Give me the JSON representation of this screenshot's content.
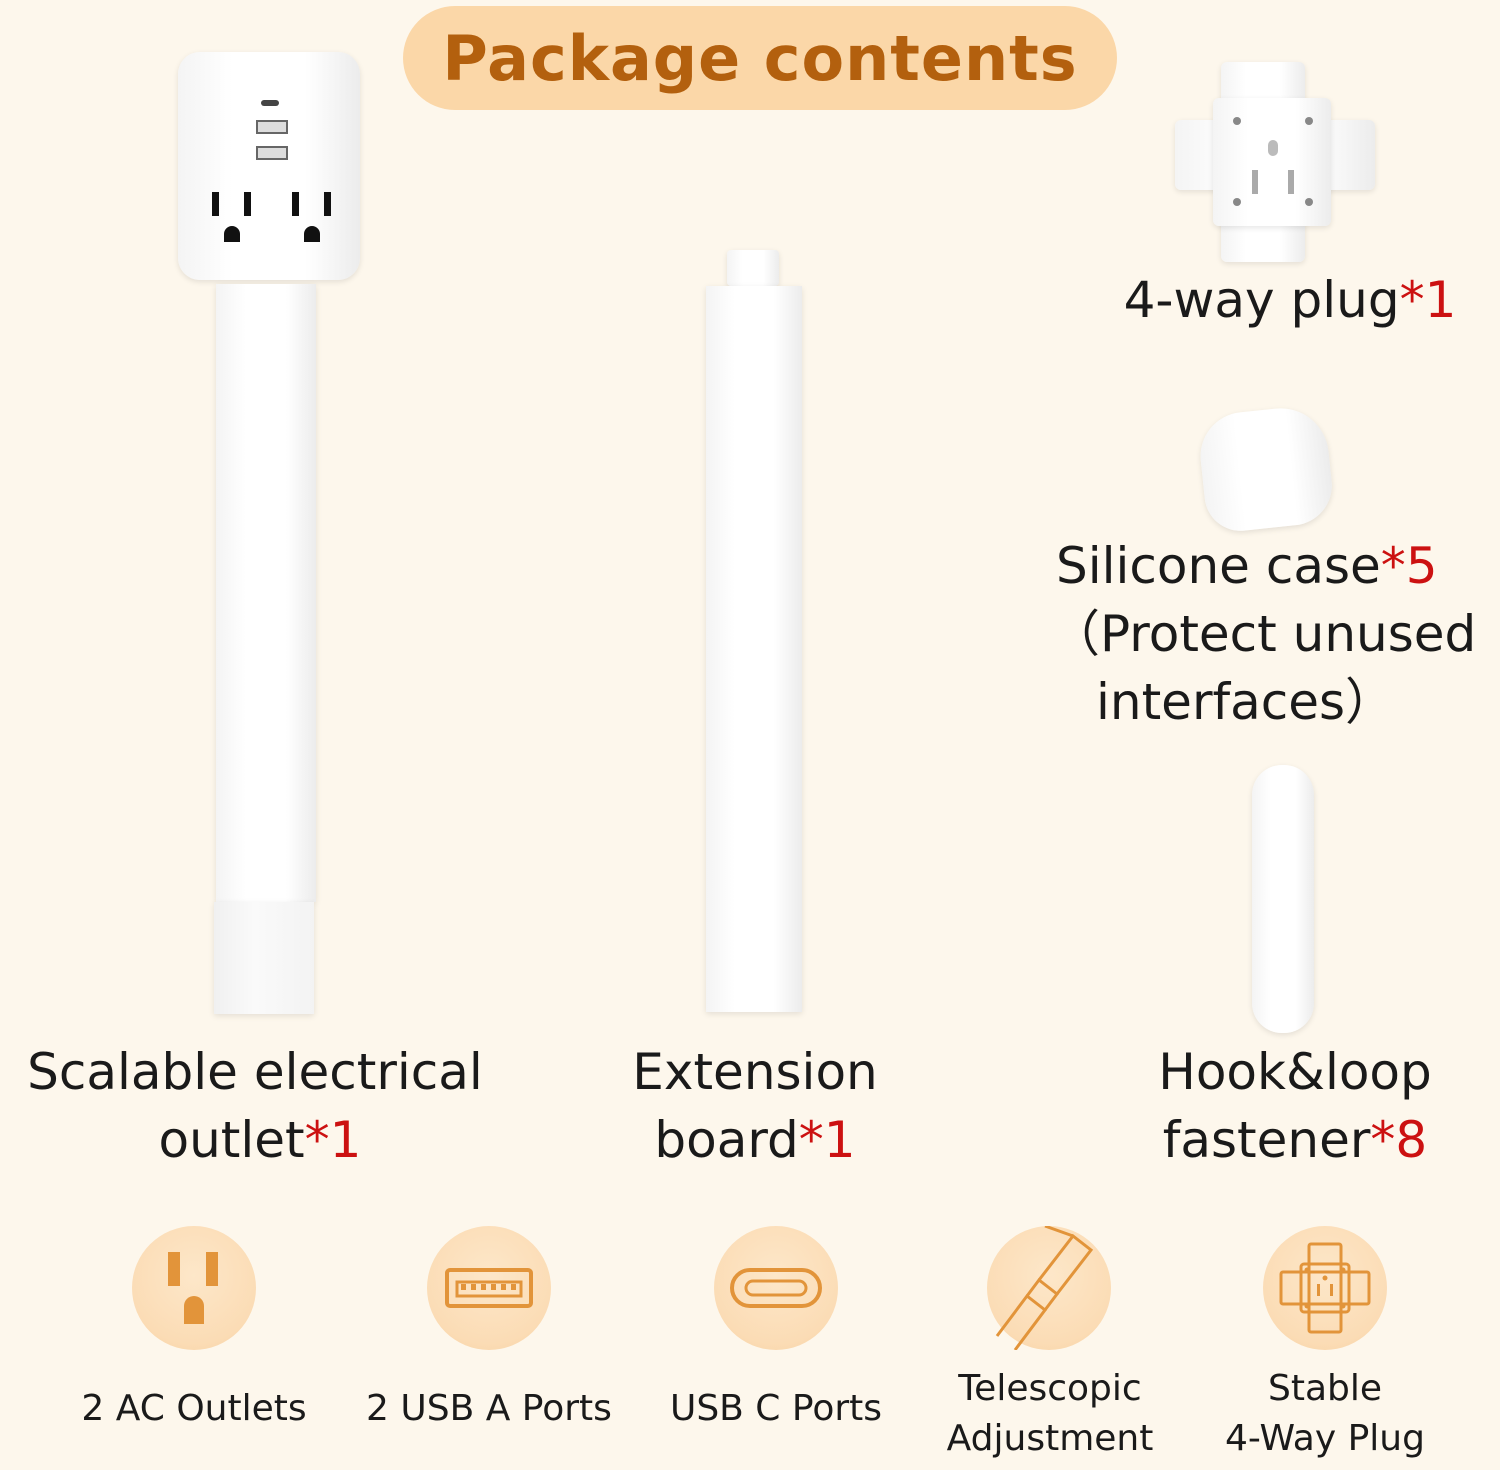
{
  "title": "Package contents",
  "accent_color": "#cc1111",
  "title_color": "#b3600e",
  "title_bg": "#fbd7a8",
  "products": [
    {
      "name_line1": "Scalable electrical",
      "name_line2": "outlet",
      "qty": "*1",
      "icon": "outlet-tower-image"
    },
    {
      "name_line1": "Extension",
      "name_line2": "board",
      "qty": "*1",
      "icon": "extension-board-image"
    },
    {
      "name": "4-way plug",
      "qty": "*1",
      "icon": "four-way-plug-image"
    },
    {
      "name": "Silicone case",
      "qty": "*5",
      "note_line1": "（Protect unused",
      "note_line2": "interfaces）",
      "icon": "silicone-case-image"
    },
    {
      "name_line1": "Hook&loop",
      "name_line2": "fastener",
      "qty": "*8",
      "icon": "hook-loop-fastener-image"
    }
  ],
  "features": [
    {
      "label": "2 AC Outlets",
      "icon": "ac-outlet-icon"
    },
    {
      "label": "2 USB A Ports",
      "icon": "usb-a-icon"
    },
    {
      "label": "USB C Ports",
      "icon": "usb-c-icon"
    },
    {
      "label_line1": "Telescopic",
      "label_line2": "Adjustment",
      "icon": "telescopic-icon"
    },
    {
      "label_line1": "Stable",
      "label_line2": "4-Way Plug",
      "icon": "four-way-plug-icon"
    }
  ]
}
